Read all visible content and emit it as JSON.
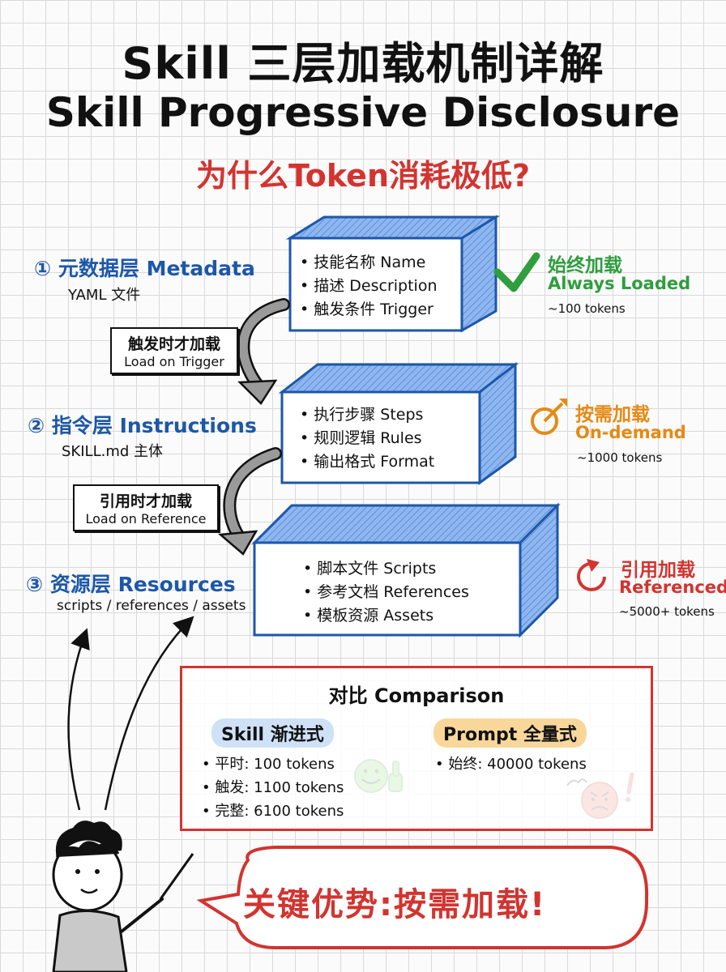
{
  "title": {
    "line1": "Skill 三层加载机制详解",
    "line2": "Skill Progressive Disclosure",
    "subtitle": "为什么Token消耗极低?"
  },
  "layers": [
    {
      "label": "① 元数据层 Metadata",
      "sub": "YAML 文件",
      "items": [
        "技能名称 Name",
        "描述 Description",
        "触发条件 Trigger"
      ],
      "load_zh": "始终加载",
      "load_en": "Always Loaded",
      "tokens": "~100 tokens",
      "icon": "check-icon",
      "color": "#2e9e3e"
    },
    {
      "label": "② 指令层 Instructions",
      "sub": "SKILL.md 主体",
      "items": [
        "执行步骤 Steps",
        "规则逻辑 Rules",
        "输出格式 Format"
      ],
      "load_zh": "按需加载",
      "load_en": "On-demand",
      "tokens": "~1000 tokens",
      "icon": "target-arrow-icon",
      "color": "#e58a14"
    },
    {
      "label": "③ 资源层 Resources",
      "sub": "scripts / references / assets",
      "items": [
        "脚本文件 Scripts",
        "参考文档 References",
        "模板资源 Assets"
      ],
      "load_zh": "引用加载",
      "load_en": "Referenced",
      "tokens": "~5000+ tokens",
      "icon": "refresh-icon",
      "color": "#d23430"
    }
  ],
  "transitions": [
    {
      "zh": "触发时才加载",
      "en": "Load on Trigger"
    },
    {
      "zh": "引用时才加载",
      "en": "Load on Reference"
    }
  ],
  "comparison": {
    "title": "对比 Comparison",
    "skill": {
      "label": "Skill 渐进式",
      "items": [
        "平时: 100 tokens",
        "触发: 1100 tokens",
        "完整: 6100 tokens"
      ],
      "color": "#cfe1f7"
    },
    "prompt": {
      "label": "Prompt 全量式",
      "items": [
        "始终: 40000 tokens"
      ],
      "color": "#f9d79a"
    }
  },
  "callout": "关键优势:按需加载!"
}
